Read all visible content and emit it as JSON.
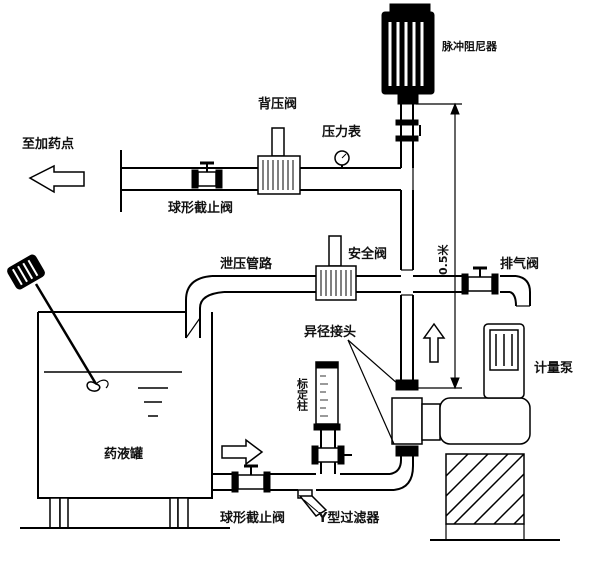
{
  "labels": {
    "pulse_damper": "脉冲阻尼器",
    "back_pressure_valve": "背压阀",
    "to_dosing_point": "至加药点",
    "pressure_gauge": "压力表",
    "ball_valve_top": "球形截止阀",
    "safety_valve": "安全阀",
    "relief_pipe": "泄压管路",
    "vent_valve": "排气阀",
    "distance": "0.5米",
    "reducer_joint": "异径接头",
    "metering_pump": "计量泵",
    "calibration_column": "标定柱",
    "tank": "药液罐",
    "ball_valve_bottom": "球形截止阀",
    "y_filter": "Y型过滤器"
  }
}
